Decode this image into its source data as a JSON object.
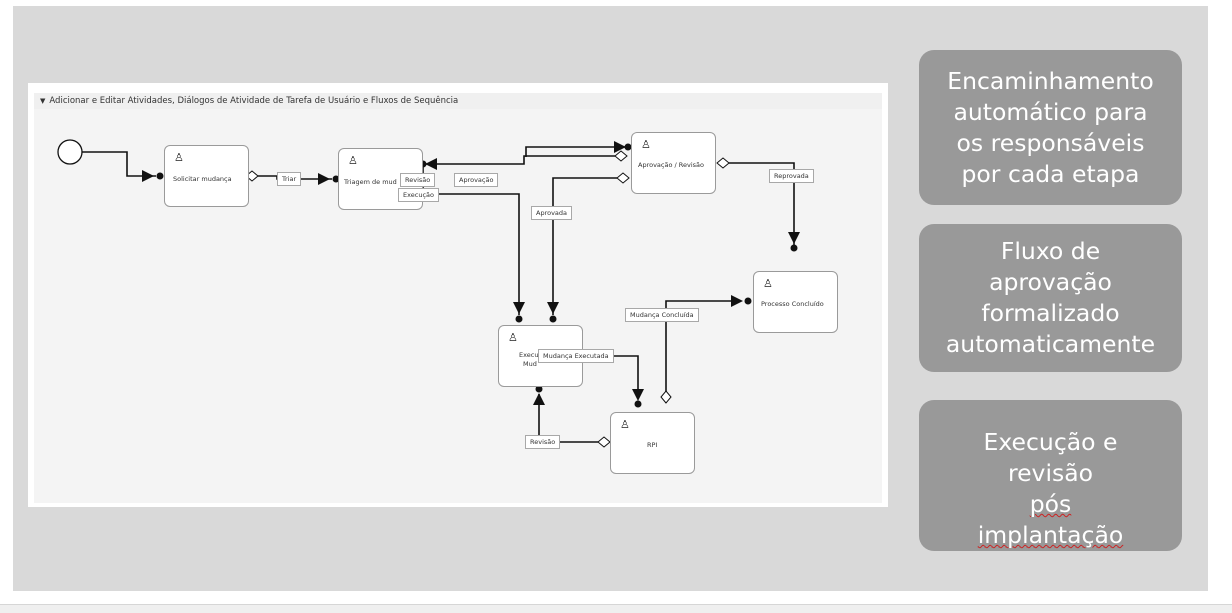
{
  "panel": {
    "header": "Adicionar e Editar Atividades, Diálogos de Atividade de Tarefa de Usuário e Fluxos de Sequência"
  },
  "tasks": {
    "solicitar": "Solicitar mudança",
    "triagem": "Triagem de mud",
    "aprovacao_revisao": "Aprovação / Revisão",
    "processo_concluido": "Processo Concluído",
    "execucao_top": "Execu",
    "execucao_bottom": "Mud",
    "rpi": "RPI"
  },
  "flows": {
    "triar": "Triar",
    "revisao_1": "Revisão",
    "execucao": "Execução",
    "aprovacao": "Aprovação",
    "aprovada": "Aprovada",
    "reprovada": "Reprovada",
    "mudanca_concluida": "Mudança Concluída",
    "mudanca_executada": "Mudança Executada",
    "revisao_2": "Revisão"
  },
  "side_boxes": {
    "box1_lines": [
      "Encaminhamento",
      "automático para",
      "os responsáveis",
      "por cada etapa"
    ],
    "box2_lines": [
      "Fluxo de",
      "aprovação",
      "formalizado",
      "automaticamente"
    ],
    "box3_line1": "Execução e",
    "box3_line2_a": "revisão",
    "box3_line2_b": "pós",
    "box3_line3": "implantação"
  },
  "icons": {
    "task": "user-icon",
    "header": "collapse-triangle-icon"
  },
  "colors": {
    "slide_bg": "#d9d9d9",
    "side_box": "#999999",
    "canvas": "#f4f4f4"
  }
}
